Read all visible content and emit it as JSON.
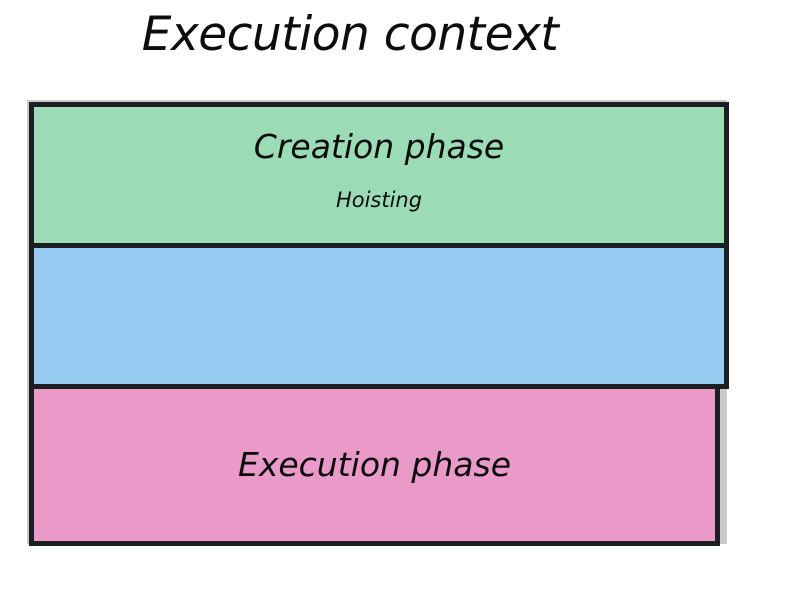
{
  "slide": {
    "title": "Execution context",
    "background_color": "#ffffff",
    "text_color": "#0d0d0d",
    "border_color": "#1b1f23"
  },
  "diagram": {
    "name": "execution-context-stack",
    "bands": [
      {
        "id": "creation-phase",
        "title": "Creation phase",
        "subtitle": "Hoisting",
        "fill_color": "#9bdcb6"
      },
      {
        "id": "middle-band",
        "title": "",
        "subtitle": "",
        "fill_color": "#96caf0"
      },
      {
        "id": "execution-phase",
        "title": "Execution phase",
        "subtitle": "",
        "fill_color": "#ea9ac9"
      }
    ]
  }
}
